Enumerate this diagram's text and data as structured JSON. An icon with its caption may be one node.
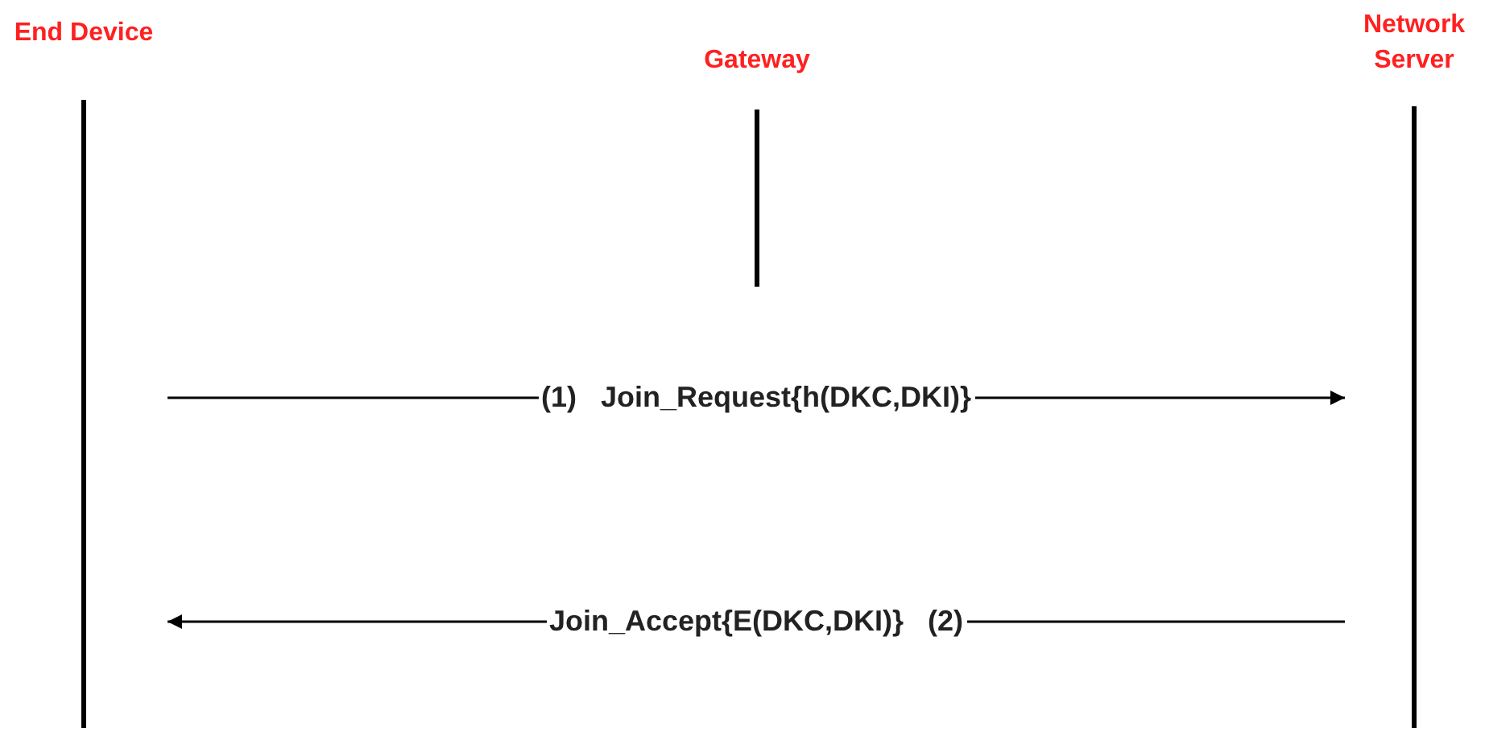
{
  "diagram": {
    "nodes": [
      {
        "text": [
          "End Device"
        ]
      },
      {
        "text": [
          "Gateway"
        ]
      },
      {
        "text": [
          "Network Server"
        ]
      }
    ],
    "edges": [
      {
        "from": 0,
        "to": 2,
        "arrow": "to",
        "label": "(1)   Join_Request{h(DKC,DKI)}"
      },
      {
        "from": 2,
        "to": 0,
        "arrow": "to",
        "label": "Join_Accept{E(DKC,DKI)}   (2)"
      }
    ]
  }
}
